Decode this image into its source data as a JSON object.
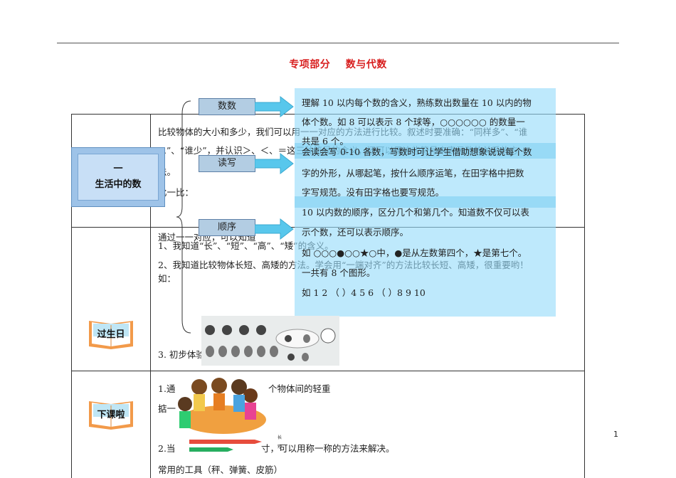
{
  "page_title": "专项部分    数与代数",
  "page_number": "1",
  "left_box": {
    "line1": "一",
    "line2": "生活中的数"
  },
  "labels": {
    "shushu": "数数",
    "duxie": "读写",
    "shunxu": "顺序"
  },
  "icons": {
    "book1_label": "过生日",
    "book2_label": "下课啦"
  },
  "row1": {
    "line1": "比较物体的大小和多少，我们可以用一一对应的方法进行比较。叙述时要准确：“同样多”、“谁",
    "line2": "...”、“谁少”，并认识＞、＜、＝这三种符号的含义，还可以用这些符号来表示数的关系的方",
    "line3": "法。",
    "line4": "比一比："
  },
  "row2": {
    "line1": "通过一一对应，可以知道",
    "line2": "1、我知道“长”、“短”、“高”、“矮”的含义。",
    "line3": "2、我知道比较物体长短、高矮的方法。学会用“一端对齐”的方法比较长短、高矮，很重要哟！",
    "line4": "如：",
    "line5": "3. 初步体验"
  },
  "row3": {
    "line1a": "1.通",
    "line1b": "个物体间的轻重",
    "line2": "掂一",
    "line3a": "2.当",
    "line3b": "寸，可以用称一称的方法来解决。",
    "line4": "常用的工具（秤、弹簧、皮筋）"
  },
  "overlay": {
    "l1": "理解 10 以内每个数的含义，熟练数出数量在 10 以内的物",
    "l2": "体个数。如 8 可以表示 8 个球等，○○○○○○ 的数量一",
    "l3": "共是 6 个。",
    "l4": "会读会写 0-10 各数，写数时可让学生借助想象说说每个数",
    "l5": "字的外形，从哪起笔，按什么顺序运笔，在田字格中把数",
    "l6": "字写规范。没有田字格也要写规范。",
    "l7": "10 以内数的顺序，区分几个和第几个。知道数不仅可以表",
    "l8": "示个数，还可以表示顺序。",
    "l9": "如 ○○○●○○★○中，●是从左数第四个，★是第七个。",
    "l10": "一共有 8 个图形。",
    "l11": "如 1  2  （  ）4  5  6  （  ）8  9  10"
  },
  "pencil_marks": {
    "long": "长",
    "short": "短"
  }
}
